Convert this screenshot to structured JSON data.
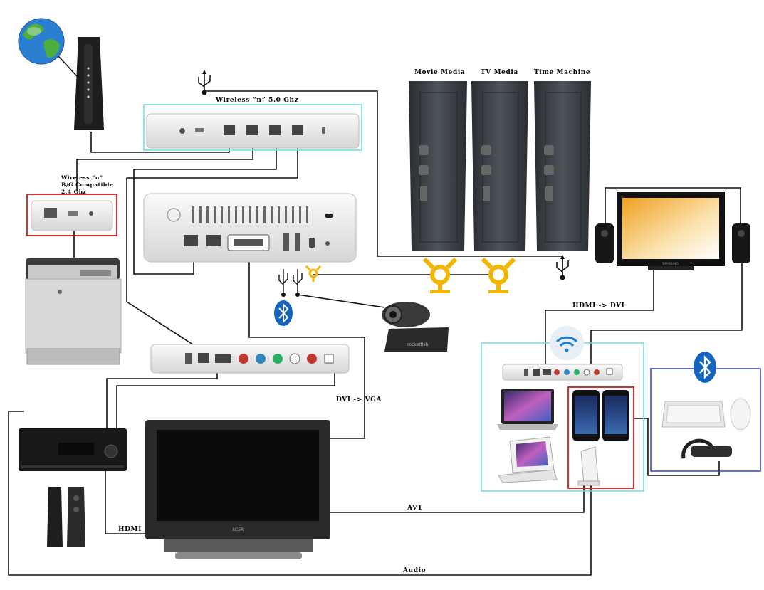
{
  "labels": {
    "wireless_n_5": "Wireless “n” 5.0 Ghz",
    "wireless_n_bg_1": "Wireless “n”",
    "wireless_n_bg_2": "B/G Compatible",
    "wireless_n_bg_3": "2.4 Ghz",
    "movie_media": "Movie Media",
    "tv_media": "TV Media",
    "time_machine": "Time Machine",
    "hdmi_dvi": "HDMI -> DVI",
    "dvi_vga": "DVI -> VGA",
    "av1": "AV1",
    "hdmi": "HDMI",
    "audio": "Audio"
  },
  "brands": {
    "tv_brand": "ACER",
    "monitor_brand": "SAMSUNG",
    "webcam_brand": "rocketfish"
  },
  "colors": {
    "airport_extreme_box": "#66e0e6",
    "airport_express_box": "#d01c1c",
    "wireless_devices_box": "#66e0e6",
    "iphone_group_box": "#d01c1c",
    "bluetooth_devices_box": "#2f3fc0",
    "bluetooth_blue": "#1565c0",
    "firewire_yellow": "#f2b600"
  }
}
